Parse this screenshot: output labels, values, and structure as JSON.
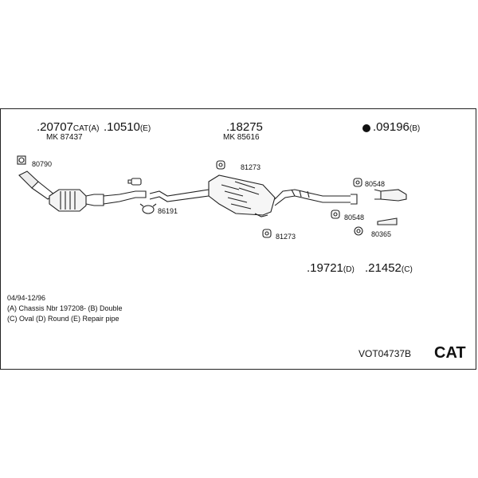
{
  "parts": {
    "p20707": {
      "num": ".20707",
      "suffix": "CAT(A)"
    },
    "p10510": {
      "num": ".10510",
      "suffix": "(E)"
    },
    "p18275": {
      "num": ".18275",
      "suffix": ""
    },
    "p09196": {
      "num": ".09196",
      "suffix": "(B)"
    },
    "p19721": {
      "num": ".19721",
      "suffix": "(D)"
    },
    "p21452": {
      "num": ".21452",
      "suffix": "(C)"
    }
  },
  "mk_labels": {
    "mk87437": "MK 87437",
    "mk85616": "MK 85616"
  },
  "small_labels": {
    "l80790": "80790",
    "l86191": "86191",
    "l81273a": "81273",
    "l81273b": "81273",
    "l80548a": "80548",
    "l80548b": "80548",
    "l80365": "80365"
  },
  "notes": {
    "line1": "04/94-12/96",
    "line2": "(A) Chassis Nbr 197208- (B) Double",
    "line3": "(C) Oval (D) Round (E) Repair pipe"
  },
  "footer": {
    "code": "VOT04737B",
    "cat": "CAT"
  },
  "colors": {
    "line": "#222222",
    "fill": "#ffffff",
    "bullet": "#111111"
  }
}
